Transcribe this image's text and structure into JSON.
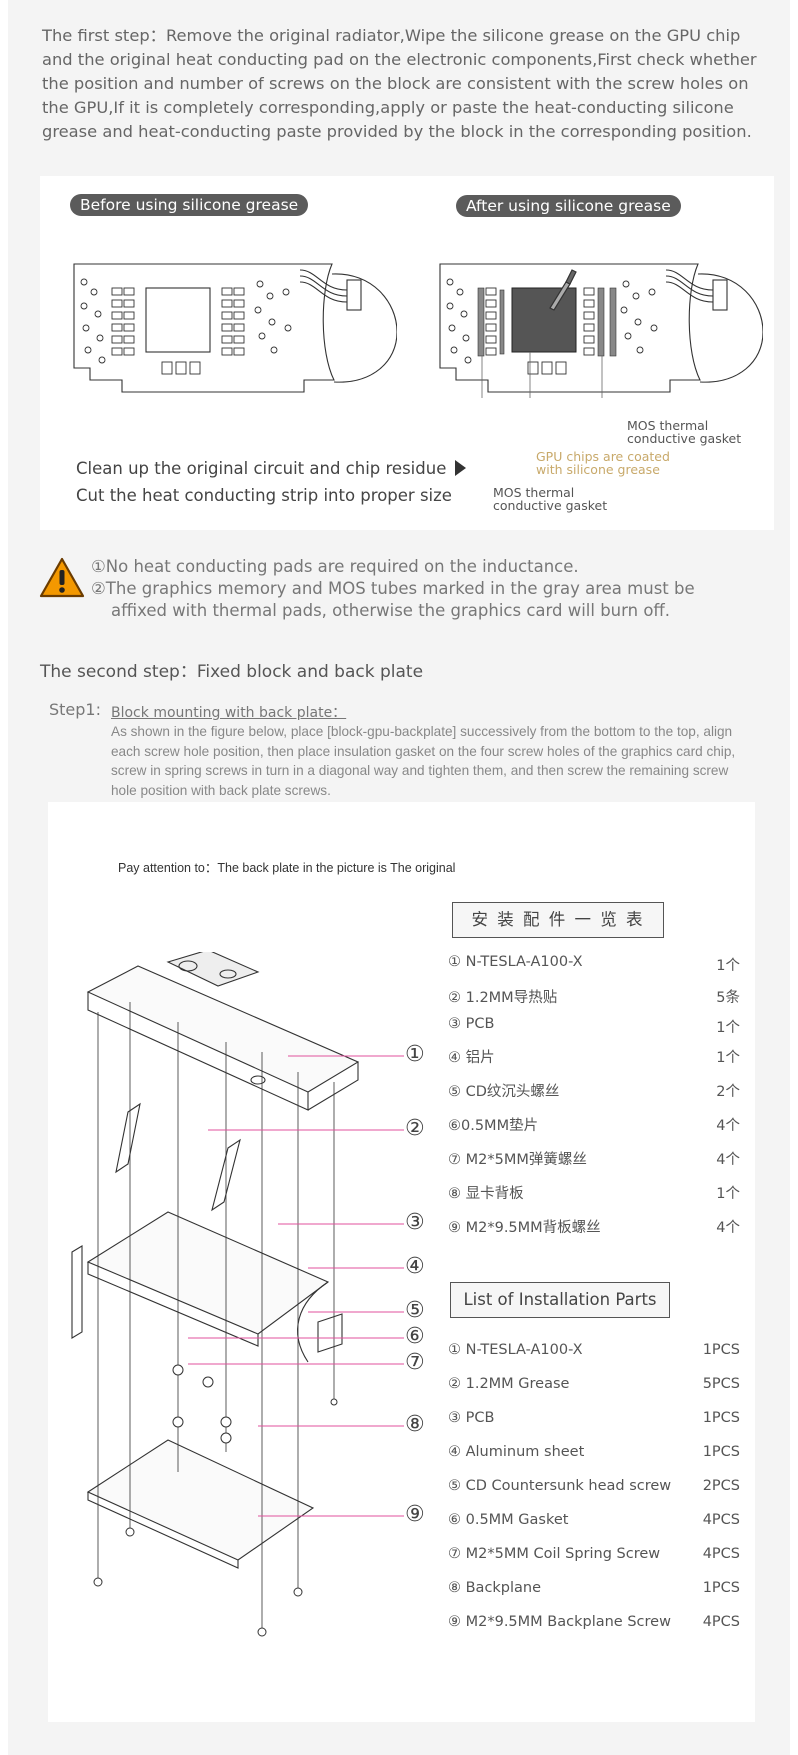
{
  "step_one": {
    "text": "The first step：Remove the original radiator,Wipe the silicone grease on the GPU chip and the original heat conducting pad on the electronic components,First check whether the position and number of screws on the block are consistent with the screw holes on the GPU,If it is completely corresponding,apply or paste the heat-conducting silicone grease and heat-conducting paste provided by the block in the corresponding position."
  },
  "diagram_one": {
    "before_label": "Before using silicone grease",
    "after_label": "After using silicone grease",
    "clean_text": "Clean up the original circuit and chip residue",
    "cut_text": "Cut the heat conducting strip into proper size",
    "mos_right": "MOS thermal\nconductive gasket",
    "gpu_coated": "GPU chips are coated\nwith silicone grease",
    "mos_bottom": "MOS thermal\nconductive gasket",
    "gold_color": "#c8a96a"
  },
  "warnings": {
    "icon": "warning-icon",
    "line1": "①No heat conducting pads are required on the inductance.",
    "line2": "②The graphics memory and MOS tubes marked in the gray area must be",
    "line3": "affixed with thermal pads, otherwise the graphics card will burn off.",
    "icon_color": "#f39800"
  },
  "step_two": {
    "title": "The second step：Fixed block and back plate",
    "step1_label": "Step1:",
    "step1_title": "Block mounting with back plate：",
    "step1_body": "As shown in the figure below, place [block-gpu-backplate] successively from the bottom to the top, align each screw hole position, then place insulation gasket on the four screw holes of the graphics card chip, screw in spring screws in turn in a diagonal way and tighten them, and then screw the remaining screw hole position with back plate screws."
  },
  "exploded_view": {
    "note": "Pay attention to：The back plate in the picture is The original",
    "callouts": [
      "①",
      "②",
      "③",
      "④",
      "⑤",
      "⑥",
      "⑦",
      "⑧",
      "⑨"
    ],
    "line_color": "#e0529c"
  },
  "parts_cn": {
    "title": "安 装 配 件 一 览 表",
    "rows": [
      {
        "name": "① N-TESLA-A100-X",
        "qty": "1个"
      },
      {
        "name": "②  1.2MM导热贴",
        "qty": "5条"
      },
      {
        "name": "③  PCB",
        "qty": "1个"
      },
      {
        "name": "④  铝片",
        "qty": "1个"
      },
      {
        "name": "⑤  CD纹沉头螺丝",
        "qty": "2个"
      },
      {
        "name": "⑥0.5MM垫片",
        "qty": "4个"
      },
      {
        "name": "⑦ M2*5MM弹簧螺丝",
        "qty": "4个"
      },
      {
        "name": "⑧  显卡背板",
        "qty": "1个"
      },
      {
        "name": "⑨  M2*9.5MM背板螺丝",
        "qty": "4个"
      }
    ]
  },
  "parts_en": {
    "title": "List of Installation Parts",
    "rows": [
      {
        "name": "① N-TESLA-A100-X",
        "qty": "1PCS"
      },
      {
        "name": "② 1.2MM Grease",
        "qty": "5PCS"
      },
      {
        "name": "③ PCB",
        "qty": "1PCS"
      },
      {
        "name": "④ Aluminum sheet",
        "qty": "1PCS"
      },
      {
        "name": "⑤ CD Countersunk head screw",
        "qty": "2PCS"
      },
      {
        "name": "⑥ 0.5MM Gasket",
        "qty": "4PCS"
      },
      {
        "name": "⑦ M2*5MM Coil Spring Screw",
        "qty": "4PCS"
      },
      {
        "name": "⑧ Backplane",
        "qty": "1PCS"
      },
      {
        "name": "⑨ M2*9.5MM Backplane Screw",
        "qty": "4PCS"
      }
    ]
  }
}
